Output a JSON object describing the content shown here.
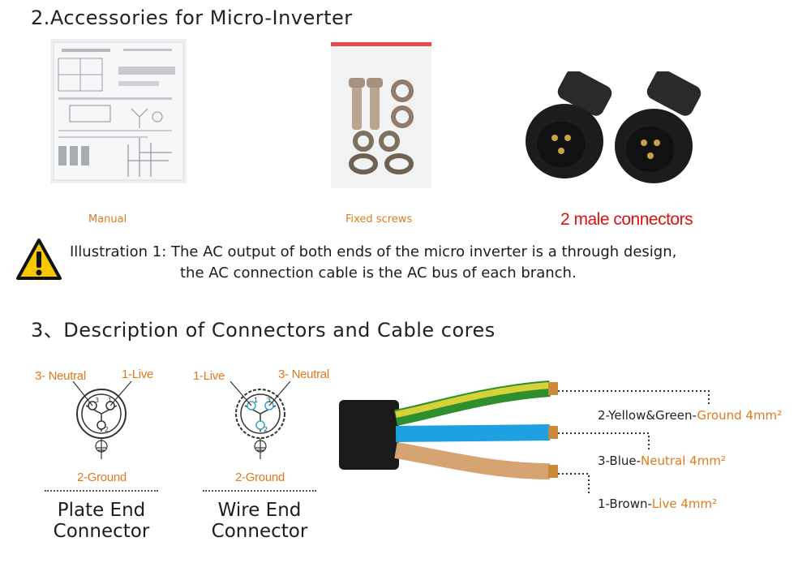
{
  "accessories": {
    "title": "2.Accessories for Micro-Inverter",
    "items": [
      {
        "label": "Manual",
        "icon": "manual-photo"
      },
      {
        "label": "Fixed screws",
        "icon": "screws-bag-photo"
      },
      {
        "label": "2 male connectors",
        "icon": "male-connectors-photo"
      }
    ]
  },
  "illustration": {
    "line1": "Illustration 1: The AC output of both ends of the micro inverter is a through design,",
    "line2": "the AC connection cable is the AC bus of each branch."
  },
  "connectors": {
    "title": "3、Description of Connectors and Cable cores",
    "plate": {
      "neutral": "3- Neutral",
      "live": "1-Live",
      "ground": "2-Ground",
      "title_l1": "Plate End",
      "title_l2": "Connector"
    },
    "wire": {
      "live": "1-Live",
      "neutral": "3- Neutral",
      "ground": "2-Ground",
      "title_l1": "Wire End",
      "title_l2": "Connector"
    }
  },
  "cable": {
    "cores": [
      {
        "name": "2-Yellow&Green-",
        "role": "Ground 4mm²"
      },
      {
        "name": "3-Blue-",
        "role": "Neutral 4mm²"
      },
      {
        "name": "1-Brown-",
        "role": "Live 4mm²"
      }
    ]
  },
  "colors": {
    "accent_orange": "#e07a1f",
    "red": "#e01010",
    "yellow_green": "#9cc23a",
    "blue": "#1fa0e0",
    "brown": "#d6a373"
  }
}
